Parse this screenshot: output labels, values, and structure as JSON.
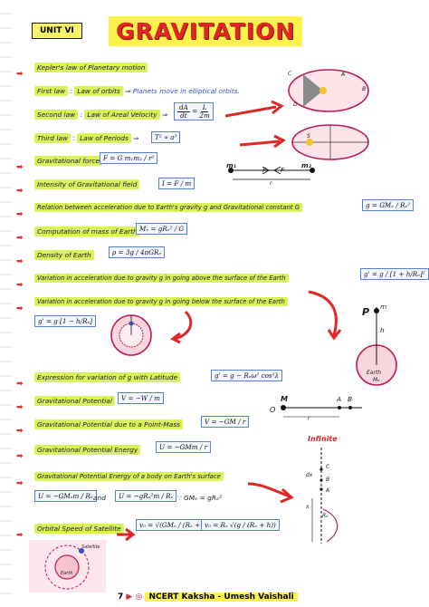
{
  "header": {
    "unit": "UNIT VI",
    "title": "GRAVITATION"
  },
  "sections": {
    "kepler": "Kepler's law of Planetary motion",
    "first_law": "First law",
    "first_law_name": "Law of orbits",
    "first_law_desc": "Planets move in elliptical orbits.",
    "second_law": "Second law",
    "second_law_name": "Law of Areal Velocity",
    "third_law": "Third law",
    "third_law_name": "Law of Periods",
    "grav_force": "Gravitational force",
    "intensity": "Intensity of Gravitational field",
    "relation": "Relation between acceleration due to Earth's gravity g and Gravitational constant G",
    "mass_earth": "Computation of mass of Earth",
    "density": "Density of Earth",
    "above": "Variation in acceleration due to gravity g in going above the surface of the Earth",
    "below": "Variation in acceleration due to gravity g in going below the surface of the Earth",
    "latitude": "Expression for variation of g with Latitude",
    "potential": "Gravitational Potential",
    "potential_point": "Gravitational Potential due to a Point-Mass",
    "pot_energy": "Gravitational Potential Energy",
    "pot_energy_body": "Gravitational Potential Energy of a body on Earth's surface",
    "orbital": "Orbital Speed of Satellite"
  },
  "formulas": {
    "areal_lhs": "dA",
    "areal_den": "dt",
    "areal_rhs_num": "L",
    "areal_rhs_den": "2m",
    "third": "T² ∝ a³",
    "force": "F = G m₁m₂ / r²",
    "intensity": "I = F / m",
    "relation": "g = GMₑ / Rₑ²",
    "mass": "Mₑ = gRₑ² / G",
    "density": "ρ = 3g / 4πGRₑ",
    "above": "g' = g / [1 + h/Rₑ]²",
    "below": "g' = g [1 − h/Rₑ]",
    "latitude": "g' = g − Rₑω² cos²λ",
    "potential": "V = −W / m",
    "potential_point": "V = −GM / r",
    "pot_energy": "U = −GMm / r",
    "body1": "U = −GMₑm / Rₑ",
    "body_and": "and",
    "body2": "U = −gRₑ²m / Rₑ",
    "body3": "∵ GMₑ = gRₑ²",
    "orb1": "v₀ = √(GMₑ / (Rₑ + h))",
    "orb2": "v₀ = Rₑ √(g / (Rₑ + h))"
  },
  "diagram_labels": {
    "force_m1": "m₁",
    "force_F": "F",
    "force_F2": "F",
    "force_m2": "m₂",
    "force_r": "r",
    "orbit_c": "C",
    "orbit_b": "B",
    "orbit_a": "A",
    "orbit_d": "D",
    "sun": "S",
    "earth_label": "Earth",
    "earth_me": "Mₑ",
    "p_label": "P",
    "m_label": "m",
    "h_label": "h",
    "line_m": "M",
    "line_a": "A",
    "line_b": "B",
    "line_o": "O",
    "line_r": "r",
    "infinite": "Infinite",
    "ver_c": "C",
    "ver_b": "B",
    "ver_a": "A",
    "ver_dx": "dx",
    "ver_x": "x",
    "ver_r": "Rₑ",
    "sat_label": "Satellite",
    "earth_small": "Earth"
  },
  "footer": {
    "text": "NCERT Kaksha - Umesh Vaishali",
    "page": "7"
  }
}
